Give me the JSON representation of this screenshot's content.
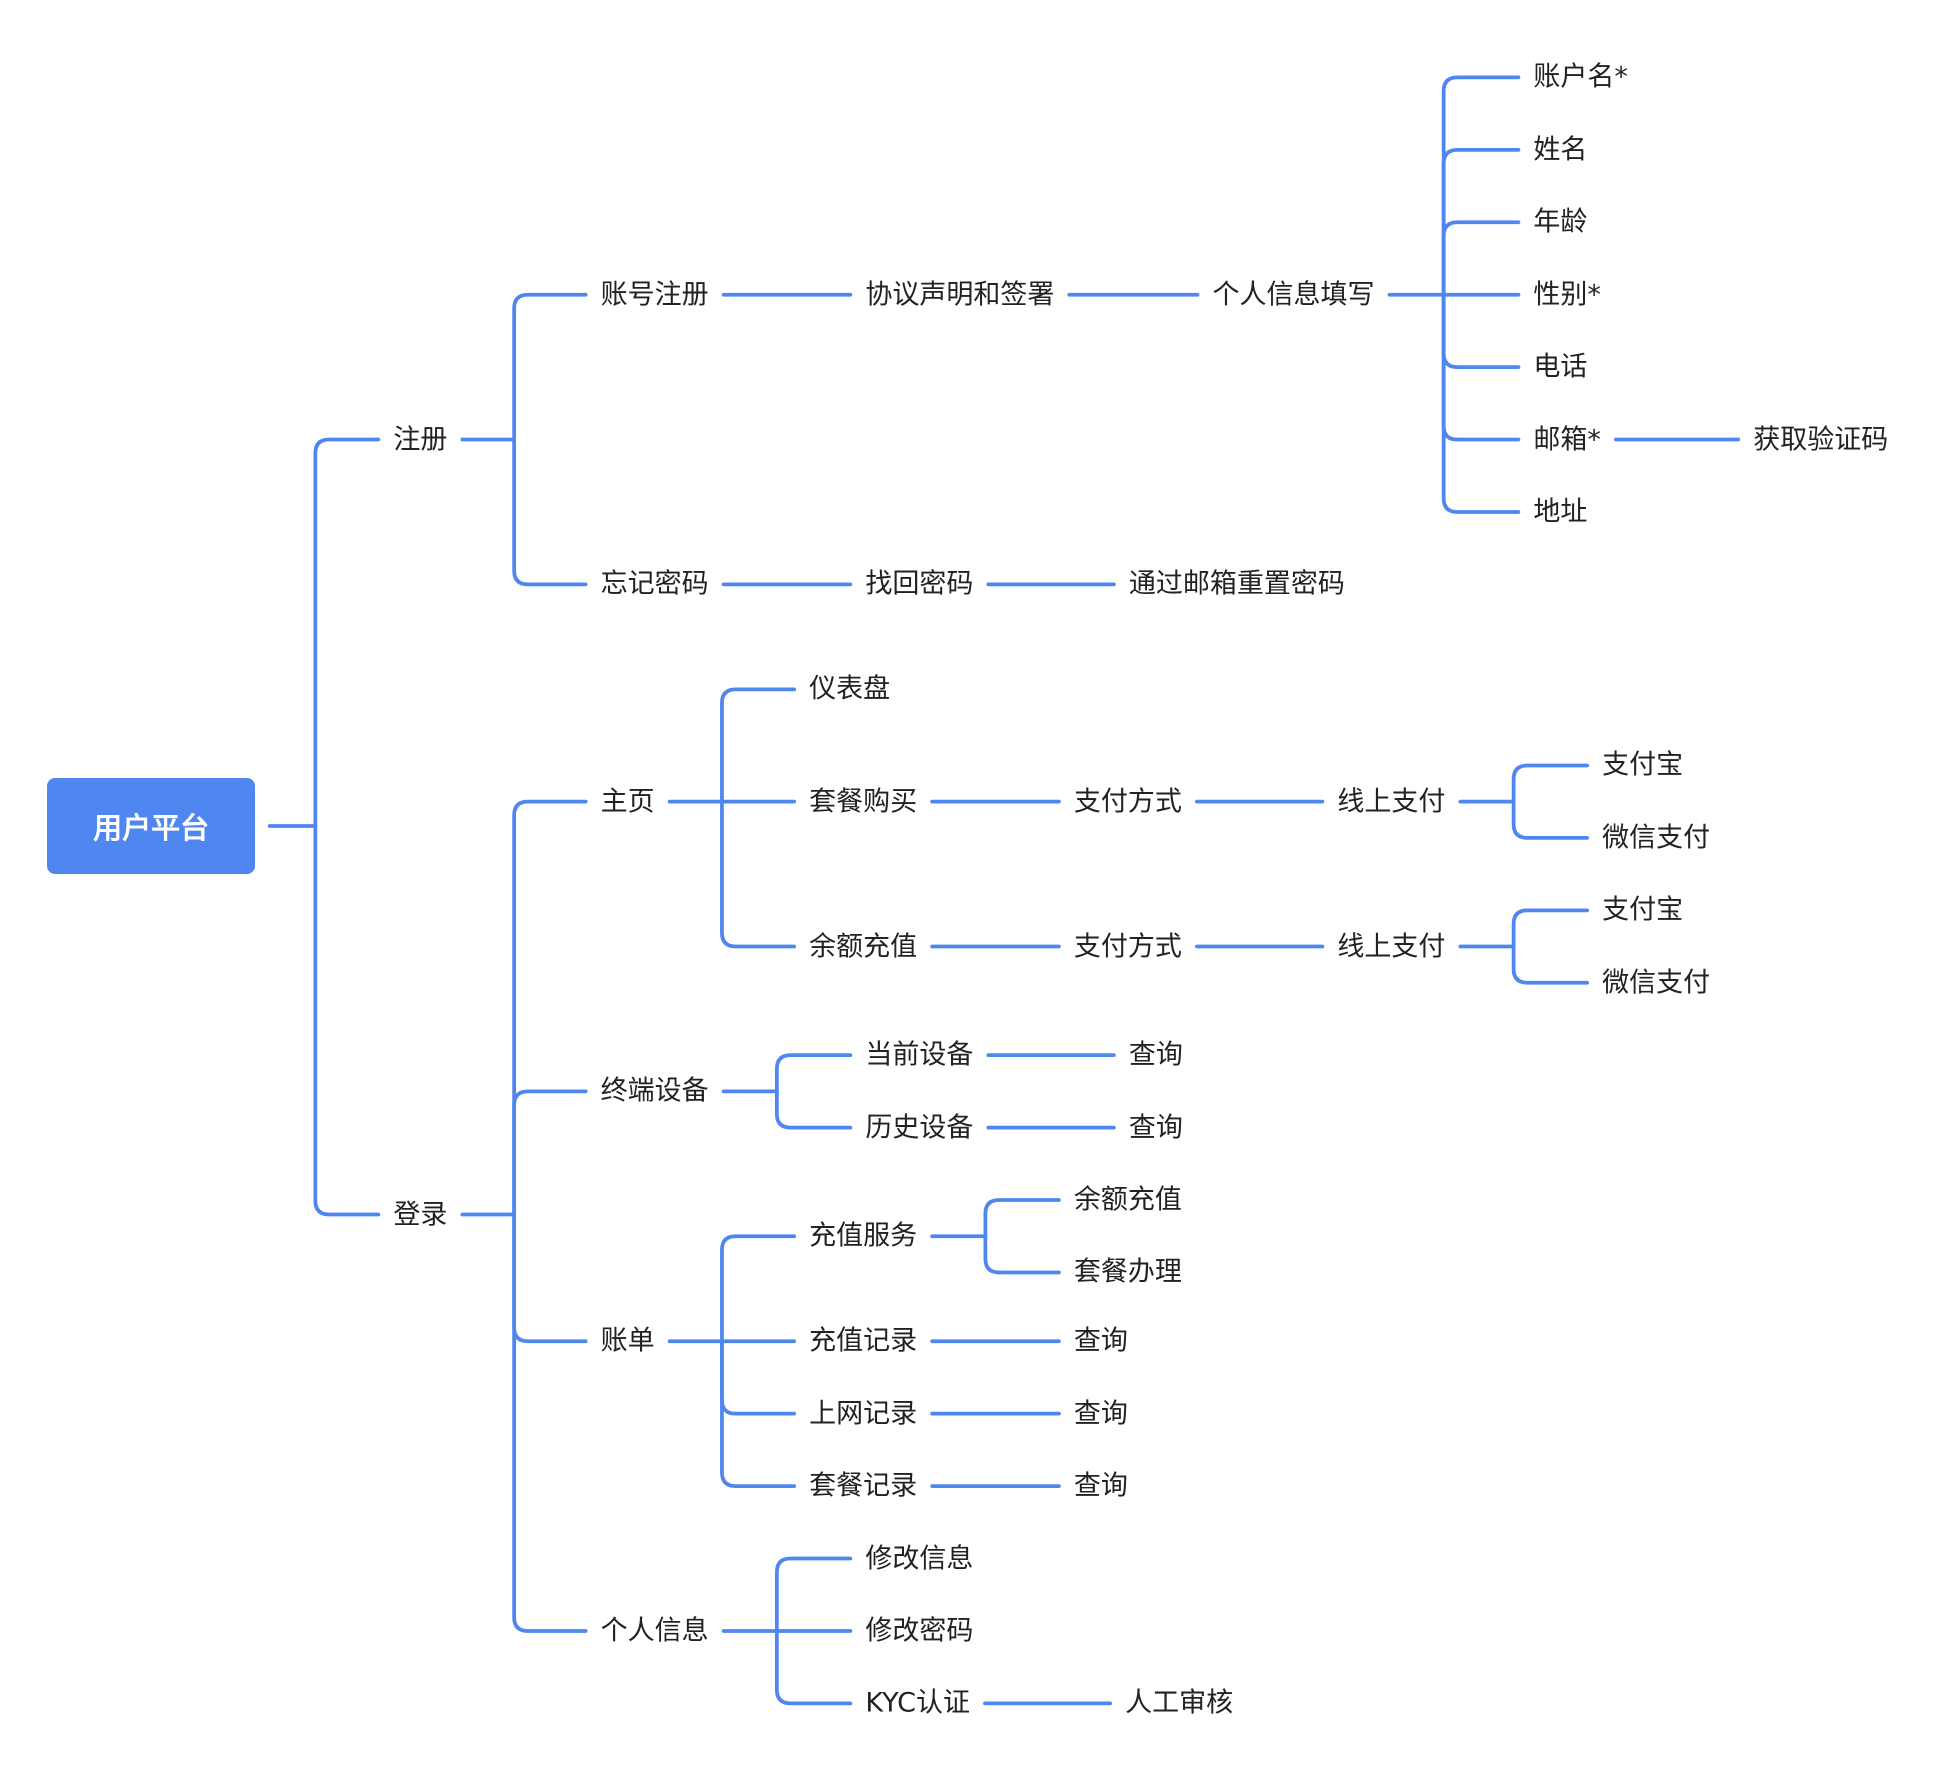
{
  "colors": {
    "line": "#4f86f0",
    "root_bg": "#4f86f0",
    "root_text": "#ffffff",
    "text": "#222222"
  },
  "root": {
    "label": "用户平台",
    "children": [
      {
        "label": "注册",
        "children": [
          {
            "label": "账号注册",
            "children": [
              {
                "label": "协议声明和签署",
                "children": [
                  {
                    "label": "个人信息填写",
                    "children": [
                      {
                        "label": "账户名*"
                      },
                      {
                        "label": "姓名"
                      },
                      {
                        "label": "年龄"
                      },
                      {
                        "label": "性别*"
                      },
                      {
                        "label": "电话"
                      },
                      {
                        "label": "邮箱*",
                        "children": [
                          {
                            "label": "获取验证码"
                          }
                        ]
                      },
                      {
                        "label": "地址"
                      }
                    ]
                  }
                ]
              }
            ]
          },
          {
            "label": "忘记密码",
            "children": [
              {
                "label": "找回密码",
                "children": [
                  {
                    "label": "通过邮箱重置密码"
                  }
                ]
              }
            ]
          }
        ]
      },
      {
        "label": "登录",
        "children": [
          {
            "label": "主页",
            "children": [
              {
                "label": "仪表盘"
              },
              {
                "label": "套餐购买",
                "children": [
                  {
                    "label": "支付方式",
                    "children": [
                      {
                        "label": "线上支付",
                        "children": [
                          {
                            "label": "支付宝"
                          },
                          {
                            "label": "微信支付"
                          }
                        ]
                      }
                    ]
                  }
                ]
              },
              {
                "label": "余额充值",
                "children": [
                  {
                    "label": "支付方式",
                    "children": [
                      {
                        "label": "线上支付",
                        "children": [
                          {
                            "label": "支付宝"
                          },
                          {
                            "label": "微信支付"
                          }
                        ]
                      }
                    ]
                  }
                ]
              }
            ]
          },
          {
            "label": "终端设备",
            "children": [
              {
                "label": "当前设备",
                "children": [
                  {
                    "label": "查询"
                  }
                ]
              },
              {
                "label": "历史设备",
                "children": [
                  {
                    "label": "查询"
                  }
                ]
              }
            ]
          },
          {
            "label": "账单",
            "children": [
              {
                "label": "充值服务",
                "children": [
                  {
                    "label": "余额充值"
                  },
                  {
                    "label": "套餐办理"
                  }
                ]
              },
              {
                "label": "充值记录",
                "children": [
                  {
                    "label": "查询"
                  }
                ]
              },
              {
                "label": "上网记录",
                "children": [
                  {
                    "label": "查询"
                  }
                ]
              },
              {
                "label": "套餐记录",
                "children": [
                  {
                    "label": "查询"
                  }
                ]
              }
            ]
          },
          {
            "label": "个人信息",
            "children": [
              {
                "label": "修改信息"
              },
              {
                "label": "修改密码"
              },
              {
                "label": "KYC认证",
                "children": [
                  {
                    "label": "人工审核"
                  }
                ]
              }
            ]
          }
        ]
      }
    ]
  }
}
